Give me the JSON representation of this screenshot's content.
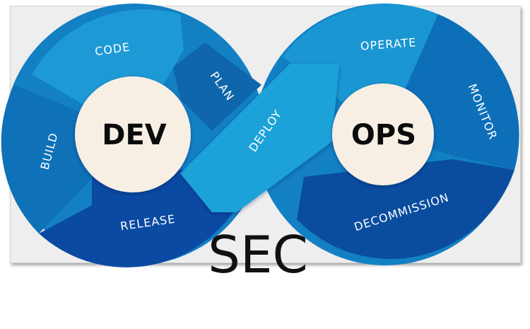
{
  "diagram": {
    "hubs": {
      "left": "DEV",
      "right": "OPS"
    },
    "stages": {
      "code": "CODE",
      "plan": "PLAN",
      "build": "BUILD",
      "release": "RELEASE",
      "deploy": "DEPLOY",
      "operate": "OPERATE",
      "monitor": "MONITOR",
      "decommission": "DECOMMISSION"
    },
    "footer_title": "SEC"
  },
  "colors": {
    "hub_fill": "#f8efe4",
    "code_segment": "#1d9ad5",
    "plan_segment": "#0f66aa",
    "build_segment": "#0f71b8",
    "release_segment": "#0b4aa2",
    "deploy_segment": "#1aa2d9",
    "operate_segment": "#1a96d2",
    "monitor_segment": "#0d6fb8",
    "decommission_segment": "#0a4d9f"
  }
}
